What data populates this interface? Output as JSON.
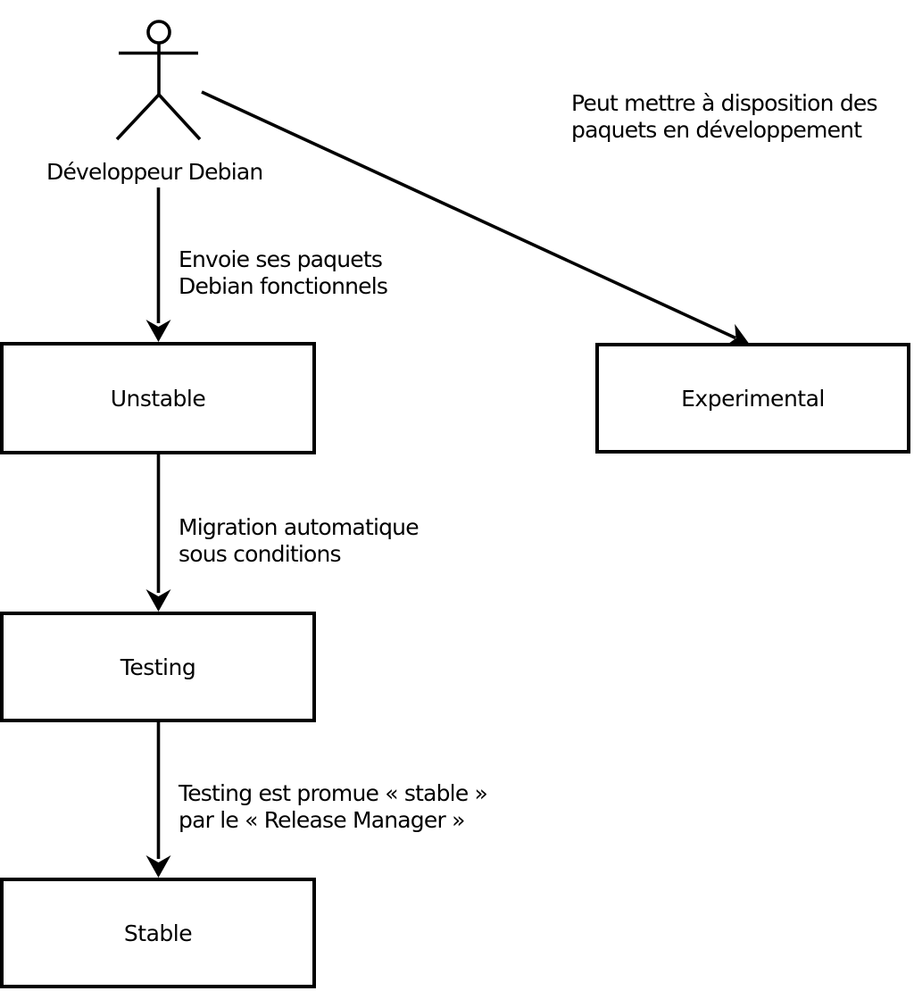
{
  "colors": {
    "stroke": "#000000",
    "background": "#ffffff"
  },
  "actor": {
    "label": "Développeur Debian"
  },
  "nodes": {
    "unstable": {
      "label": "Unstable"
    },
    "experimental": {
      "label": "Experimental"
    },
    "testing": {
      "label": "Testing"
    },
    "stable": {
      "label": "Stable"
    }
  },
  "edge_labels": {
    "developer_to_experimental": "Peut mettre à disposition des\npaquets en développement",
    "developer_to_unstable": "Envoie ses paquets\nDebian fonctionnels",
    "unstable_to_testing": "Migration automatique\nsous conditions",
    "testing_to_stable": "Testing est promue « stable »\npar le « Release Manager »"
  }
}
